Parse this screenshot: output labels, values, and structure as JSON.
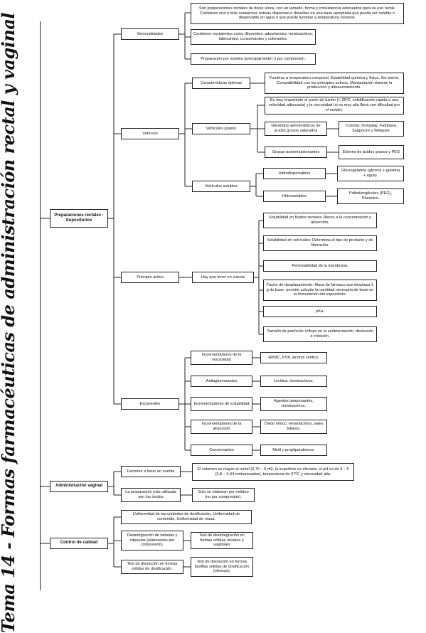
{
  "title": "Tema 14 - Formas farmacéuticas de administración rectal y vaginal",
  "main": {
    "rectal": "Preparaciones rectales - Supositorios",
    "vaginal": "Administración vaginal",
    "quality": "Control de calidad"
  },
  "rectal": {
    "generalidades": "Generalidades",
    "gen_def": "Son preparaciones rectales de dosis única, con un tamaño, forma y consistencia adecuados para su uso rectal. Contienen una o más sustancias activas dispersas o disueltas en una base apropiada que puede ser soluble o dispersable en agua o que puede fundirse a temperatura corporal.",
    "gen_excip": "Contienen excipientes como diluyentes, adsorbentes, tensioactivos, lubricantes, conservantes y colorantes.",
    "gen_prep": "Preparación por moldeo (principalmente) o por compresión.",
    "vehiculo": "Vehículo",
    "caract": "Características óptimas",
    "caract_desc": "Fundirse a temperatura coorporal, Estabilidad química y física, Ser inerte, Compatibilidad con los principios activos, Manipulación durante la producción y almacenamiento.",
    "grasos": "Vehículos grasos",
    "grasos_desc": "Es muy importante el punto de fusión (< 36ºC, solidificación rápida a una velocidad adecuada) y la viscosidad (si es muy alta fluirá con dificultad por el molde).",
    "glicer": "Glicéridos semisintéticos de ácidos grasos saturados",
    "glicer_ex": "Cotonar, Dehydag, Fattibase, Suppocire y Witepsol.",
    "autoem": "Grasas autoemulsionantes",
    "autoem_ex": "Ésteres de ácidos grasos y PEG",
    "solubles": "Vehículos solubles",
    "hidrodisp": "Hidrodispersables",
    "hidrodisp_ex": "Gliceogelatina (glicerol + gelatina + agua).",
    "hidrosol": "Hidrosolubles",
    "hidrosol_ex": "Polietilenglicoles (PEG), Pluronics.",
    "pa": "Principio activo",
    "pa_tener": "Hay que tener en cuenta",
    "pa_1": "Solubilidad en fluidos rectales: Afecta a la concentración y absorción.",
    "pa_2": "Solubilidad en vehículos: Determina el tipo de producto y de liberación.",
    "pa_3": "Permeabilidad de la membrana.",
    "pa_4": "Factor de desplazamiento: Masa de fármaco que desplaza 1 g de base, permite calcular la cantidad necesaria de base en la formulación del supositorio.",
    "pa_5": "pKa.",
    "pa_6": "Tamaño de partícula: Influye en la sedimentación, disolución e irritación.",
    "excip": "Excipientes",
    "ex_visc": "Incrementadores de la viscosidad",
    "ex_visc_ex": "HPMC, PVP, alcohol cetílico.",
    "ex_antiag": "Antiaglomerantes",
    "ex_antiag_ex": "Lecitina, tensioactivos.",
    "ex_solub": "Incrementadores de solubilidad",
    "ex_solub_ex": "Agentes tamponantes, tensioactivos.",
    "ex_abs": "Incrementadores de la absorción",
    "ex_abs_ex": "Óxido nítrico, tensioactivos, sales biliares.",
    "ex_cons": "Conservantes",
    "ex_cons_ex": "Metil y propilparabenos."
  },
  "vaginal": {
    "factores": "Factores a tener en cuenta",
    "factores_desc": "El volumen es mayor al rectal (0,75 – 6 ml), la superficie es elevada, el pH es de 4 – 5 (3,8 – 4,44 embarazadas), temperatura de 37ºC y viscosidad alta.",
    "prep": "La preparación más utilizada son los óvulos",
    "prep_desc": "Solo se elaboran por moldeo (no por compresión)."
  },
  "quality": {
    "q1": "Uniformidad de las unidades de dosificación, Uniformidad de contenido, Uniformidad de masa.",
    "q2": "Desintegración de tabletas y cápsulas (elaborados por compresión).",
    "q2_desc": "Test de desintegración en formas sólidas rectales y vaginales",
    "q3": "Test de disolución en formas sólidas de dosificación.",
    "q3_desc": "Test de disolución en formas lipófilas sólidas de dosificación (oleosas)."
  }
}
